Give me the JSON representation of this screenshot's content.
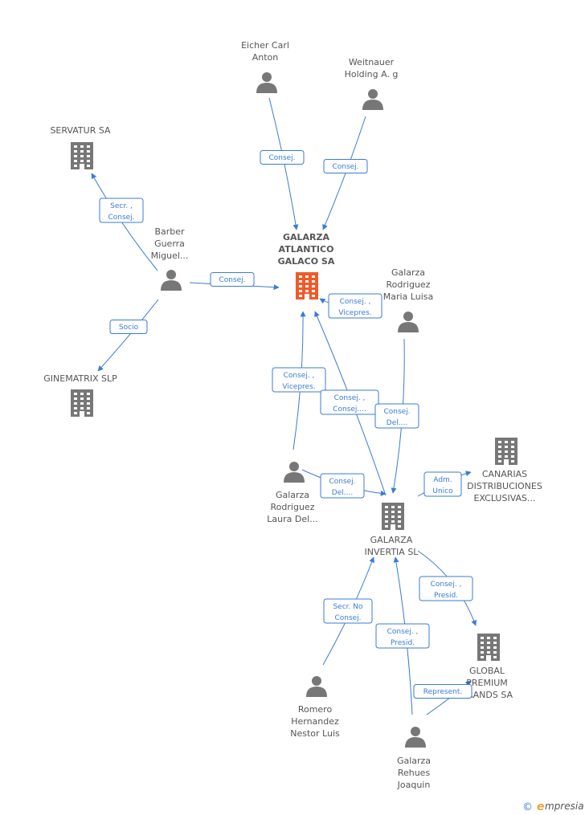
{
  "colors": {
    "edge": "#3a7bd5",
    "node": "#777777",
    "main_node": "#f05a28",
    "text": "#555555"
  },
  "nodes": [
    {
      "id": "galarza-atlantico",
      "type": "company",
      "main": true,
      "lines": [
        "GALARZA",
        "ATLANTICO",
        "GALACO SA"
      ]
    },
    {
      "id": "eicher",
      "type": "person",
      "lines": [
        "Eicher Carl",
        "Anton"
      ]
    },
    {
      "id": "weitnauer",
      "type": "person",
      "lines": [
        "Weitnauer",
        "Holding A. g"
      ]
    },
    {
      "id": "servatur",
      "type": "company",
      "lines": [
        "SERVATUR SA"
      ]
    },
    {
      "id": "barber",
      "type": "person",
      "lines": [
        "Barber",
        "Guerra",
        "Miguel..."
      ]
    },
    {
      "id": "ginematrix",
      "type": "company",
      "lines": [
        "GINEMATRIX SLP"
      ]
    },
    {
      "id": "galarza-maria",
      "type": "person",
      "lines": [
        "Galarza",
        "Rodriguez",
        "Maria Luisa"
      ]
    },
    {
      "id": "galarza-laura",
      "type": "person",
      "lines": [
        "Galarza",
        "Rodriguez",
        "Laura Del..."
      ]
    },
    {
      "id": "canarias",
      "type": "company",
      "lines": [
        "CANARIAS",
        "DISTRIBUCIONES",
        "EXCLUSIVAS..."
      ]
    },
    {
      "id": "galarza-invertia",
      "type": "company",
      "lines": [
        "GALARZA",
        "INVERTIA SL"
      ]
    },
    {
      "id": "global-premium",
      "type": "company",
      "lines": [
        "GLOBAL",
        "PREMIUM",
        "BRANDS SA"
      ]
    },
    {
      "id": "romero",
      "type": "person",
      "lines": [
        "Romero",
        "Hernandez",
        "Nestor Luis"
      ]
    },
    {
      "id": "galarza-joaquin",
      "type": "person",
      "lines": [
        "Galarza",
        "Rehues",
        "Joaquin"
      ]
    }
  ],
  "edges": [
    {
      "from": "eicher",
      "to": "galarza-atlantico",
      "label": [
        "Consej."
      ]
    },
    {
      "from": "weitnauer",
      "to": "galarza-atlantico",
      "label": [
        "Consej."
      ]
    },
    {
      "from": "barber",
      "to": "servatur",
      "label": [
        "Secr. ,",
        "Consej."
      ]
    },
    {
      "from": "barber",
      "to": "galarza-atlantico",
      "label": [
        "Consej."
      ]
    },
    {
      "from": "barber",
      "to": "ginematrix",
      "label": [
        "Socio"
      ]
    },
    {
      "from": "galarza-maria",
      "to": "galarza-atlantico",
      "label": [
        "Consej. ,",
        "Vicepres."
      ]
    },
    {
      "from": "galarza-laura",
      "to": "galarza-atlantico",
      "label": [
        "Consej. ,",
        "Vicepres."
      ]
    },
    {
      "from": "galarza-invertia",
      "to": "galarza-atlantico",
      "label": [
        "Consej. ,",
        "Consej...."
      ]
    },
    {
      "from": "galarza-maria",
      "to": "galarza-invertia",
      "label": [
        "Consej.",
        "Del...."
      ]
    },
    {
      "from": "galarza-laura",
      "to": "galarza-invertia",
      "label": [
        "Consej.",
        "Del...."
      ]
    },
    {
      "from": "galarza-invertia",
      "to": "canarias",
      "label": [
        "Adm.",
        "Unico"
      ]
    },
    {
      "from": "galarza-invertia",
      "to": "global-premium",
      "label": [
        "Consej. ,",
        "Presid."
      ]
    },
    {
      "from": "romero",
      "to": "galarza-invertia",
      "label": [
        "Secr. No",
        "Consej."
      ]
    },
    {
      "from": "galarza-joaquin",
      "to": "galarza-invertia",
      "label": [
        "Consej. ,",
        "Presid."
      ]
    },
    {
      "from": "galarza-joaquin",
      "to": "global-premium",
      "label": [
        "Represent."
      ]
    }
  ],
  "footer": {
    "copyright": "©",
    "brand_initial": "e",
    "brand_rest": "mpresia"
  }
}
